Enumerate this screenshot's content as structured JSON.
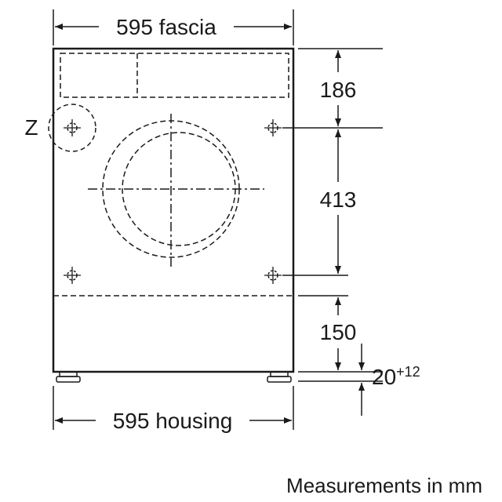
{
  "dimensions": {
    "fascia_width": "595 fascia",
    "top_panel_height": "186",
    "hole_spacing": "413",
    "bottom_height": "150",
    "feet_base": "20",
    "feet_tolerance": "+12",
    "housing_width": "595 housing"
  },
  "detail_label": "Z",
  "caption": "Measurements in mm"
}
